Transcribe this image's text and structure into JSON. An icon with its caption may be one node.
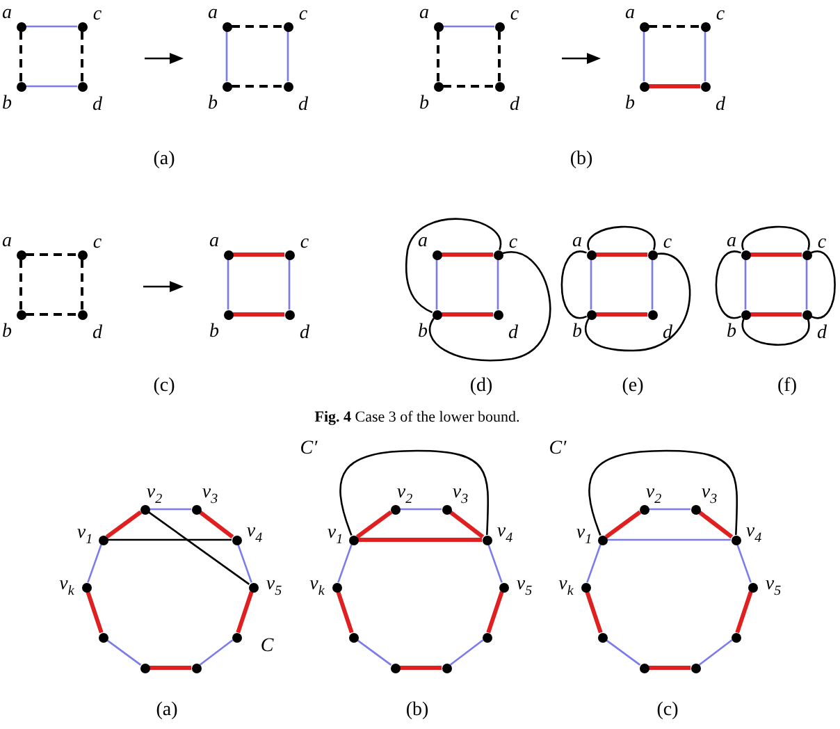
{
  "diagram": {
    "caption": "**Fig. 4** Case 3 of the lower bound.",
    "nodes": [
      {
        "text": [],
        "shape": "circle",
        "beside": [
          "a"
        ]
      },
      {
        "text": [],
        "shape": "circle",
        "beside": [
          "c"
        ]
      },
      {
        "text": [],
        "shape": "circle",
        "beside": [
          "b"
        ]
      },
      {
        "text": [],
        "shape": "circle",
        "beside": [
          "d"
        ]
      },
      {
        "text": [],
        "shape": "circle",
        "beside": [
          "a"
        ]
      },
      {
        "text": [],
        "shape": "circle",
        "beside": [
          "c"
        ]
      },
      {
        "text": [],
        "shape": "circle",
        "beside": [
          "b"
        ]
      },
      {
        "text": [],
        "shape": "circle",
        "beside": [
          "d"
        ]
      },
      {
        "text": [],
        "shape": "circle",
        "beside": [
          "a"
        ]
      },
      {
        "text": [],
        "shape": "circle",
        "beside": [
          "c"
        ]
      },
      {
        "text": [],
        "shape": "circle",
        "beside": [
          "b"
        ]
      },
      {
        "text": [],
        "shape": "circle",
        "beside": [
          "d"
        ]
      },
      {
        "text": [],
        "shape": "circle",
        "beside": [
          "a"
        ]
      },
      {
        "text": [],
        "shape": "circle",
        "beside": [
          "c"
        ]
      },
      {
        "text": [],
        "shape": "circle",
        "beside": [
          "b"
        ]
      },
      {
        "text": [],
        "shape": "circle",
        "beside": [
          "d"
        ]
      },
      {
        "text": [],
        "shape": "circle",
        "beside": [
          "a"
        ]
      },
      {
        "text": [],
        "shape": "circle",
        "beside": [
          "c"
        ]
      },
      {
        "text": [],
        "shape": "circle",
        "beside": [
          "b"
        ]
      },
      {
        "text": [],
        "shape": "circle",
        "beside": [
          "d"
        ]
      },
      {
        "text": [],
        "shape": "circle",
        "beside": [
          "a"
        ]
      },
      {
        "text": [],
        "shape": "circle",
        "beside": [
          "c"
        ]
      },
      {
        "text": [],
        "shape": "circle",
        "beside": [
          "b"
        ]
      },
      {
        "text": [],
        "shape": "circle",
        "beside": [
          "d"
        ]
      },
      {
        "text": [],
        "shape": "circle",
        "beside": [
          "a"
        ]
      },
      {
        "text": [],
        "shape": "circle",
        "beside": [
          "c"
        ]
      },
      {
        "text": [],
        "shape": "circle",
        "beside": [
          "b"
        ]
      },
      {
        "text": [],
        "shape": "circle",
        "beside": [
          "d"
        ]
      },
      {
        "text": [],
        "shape": "circle",
        "beside": [
          "a"
        ]
      },
      {
        "text": [],
        "shape": "circle",
        "beside": [
          "c"
        ]
      },
      {
        "text": [],
        "shape": "circle",
        "beside": [
          "b"
        ]
      },
      {
        "text": [],
        "shape": "circle",
        "beside": [
          "d"
        ]
      },
      {
        "text": [],
        "shape": "circle",
        "beside": [
          "a"
        ]
      },
      {
        "text": [],
        "shape": "circle",
        "beside": [
          "c"
        ]
      },
      {
        "text": [],
        "shape": "circle",
        "beside": [
          "b"
        ]
      },
      {
        "text": [],
        "shape": "circle",
        "beside": [
          "d"
        ]
      },
      {
        "text": [],
        "shape": "circle",
        "beside": [
          "v$_{2}$"
        ]
      },
      {
        "text": [],
        "shape": "circle",
        "beside": [
          "v$_{3}$"
        ]
      },
      {
        "text": [],
        "shape": "circle",
        "beside": [
          "v$_{1}$"
        ]
      },
      {
        "text": [],
        "shape": "circle",
        "beside": [
          "v$_{4}$"
        ]
      },
      {
        "text": [],
        "shape": "circle",
        "beside": [
          "v$_{k}$"
        ]
      },
      {
        "text": [],
        "shape": "circle",
        "beside": [
          "v$_{5}$"
        ]
      },
      {
        "text": [],
        "shape": "circle"
      },
      {
        "text": [],
        "shape": "circle"
      },
      {
        "text": [],
        "shape": "circle"
      },
      {
        "text": [],
        "shape": "circle"
      },
      {
        "text": [],
        "shape": "circle",
        "beside": [
          "v$_{2}$"
        ]
      },
      {
        "text": [],
        "shape": "circle",
        "beside": [
          "v$_{3}$"
        ]
      },
      {
        "text": [],
        "shape": "circle",
        "beside": [
          "v$_{1}$"
        ]
      },
      {
        "text": [],
        "shape": "circle",
        "beside": [
          "v$_{4}$"
        ]
      },
      {
        "text": [],
        "shape": "circle",
        "beside": [
          "v$_{k}$"
        ]
      },
      {
        "text": [],
        "shape": "circle",
        "beside": [
          "v$_{5}$"
        ]
      },
      {
        "text": [],
        "shape": "circle"
      },
      {
        "text": [],
        "shape": "circle"
      },
      {
        "text": [],
        "shape": "circle"
      },
      {
        "text": [],
        "shape": "circle"
      },
      {
        "text": [],
        "shape": "circle",
        "beside": [
          "v$_{2}$"
        ]
      },
      {
        "text": [],
        "shape": "circle",
        "beside": [
          "v$_{3}$"
        ]
      },
      {
        "text": [],
        "shape": "circle",
        "beside": [
          "v$_{1}$"
        ]
      },
      {
        "text": [],
        "shape": "circle",
        "beside": [
          "v$_{4}$"
        ]
      },
      {
        "text": [],
        "shape": "circle",
        "beside": [
          "v$_{k}$"
        ]
      },
      {
        "text": [],
        "shape": "circle",
        "beside": [
          "v$_{5}$"
        ]
      },
      {
        "text": [],
        "shape": "circle"
      },
      {
        "text": [],
        "shape": "circle"
      },
      {
        "text": [],
        "shape": "circle"
      },
      {
        "text": [],
        "shape": "circle"
      }
    ],
    "edges": [
      {
        "from": 0,
        "to": 1,
        "arrow": "none",
        "color": "#7b7bee"
      },
      {
        "from": 2,
        "to": 3,
        "arrow": "none",
        "color": "#7b7bee"
      },
      {
        "from": 0,
        "to": 2,
        "arrow": "none",
        "style": "dashed",
        "color": "#000000"
      },
      {
        "from": 1,
        "to": 3,
        "arrow": "none",
        "style": "dashed",
        "color": "#000000"
      },
      {
        "from": 4,
        "to": 6,
        "arrow": "none",
        "color": "#7b7bee"
      },
      {
        "from": 5,
        "to": 7,
        "arrow": "none",
        "color": "#7b7bee"
      },
      {
        "from": 4,
        "to": 5,
        "arrow": "none",
        "style": "dashed",
        "color": "#000000"
      },
      {
        "from": 6,
        "to": 7,
        "arrow": "none",
        "style": "dashed",
        "color": "#000000"
      },
      {
        "from": 8,
        "to": 9,
        "arrow": "none",
        "color": "#7b7bee"
      },
      {
        "from": 8,
        "to": 10,
        "arrow": "none",
        "style": "dashed",
        "color": "#000000"
      },
      {
        "from": 9,
        "to": 11,
        "arrow": "none",
        "style": "dashed",
        "color": "#000000"
      },
      {
        "from": 10,
        "to": 11,
        "arrow": "none",
        "style": "dashed",
        "color": "#000000"
      },
      {
        "from": 12,
        "to": 13,
        "arrow": "none",
        "style": "dashed",
        "color": "#000000"
      },
      {
        "from": 12,
        "to": 14,
        "arrow": "none",
        "color": "#7b7bee"
      },
      {
        "from": 13,
        "to": 15,
        "arrow": "none",
        "color": "#7b7bee"
      },
      {
        "from": 14,
        "to": 15,
        "arrow": "none",
        "style": "thick",
        "color": "#e02020"
      },
      {
        "from": 16,
        "to": 17,
        "arrow": "none",
        "style": "dashed",
        "color": "#000000"
      },
      {
        "from": 16,
        "to": 18,
        "arrow": "none",
        "style": "dashed",
        "color": "#000000"
      },
      {
        "from": 17,
        "to": 19,
        "arrow": "none",
        "style": "dashed",
        "color": "#000000"
      },
      {
        "from": 18,
        "to": 19,
        "arrow": "none",
        "style": "dashed",
        "color": "#000000"
      },
      {
        "from": 20,
        "to": 21,
        "arrow": "none",
        "style": "thick",
        "color": "#e02020"
      },
      {
        "from": 22,
        "to": 23,
        "arrow": "none",
        "style": "thick",
        "color": "#e02020"
      },
      {
        "from": 20,
        "to": 22,
        "arrow": "none",
        "color": "#7b7bee"
      },
      {
        "from": 21,
        "to": 23,
        "arrow": "none",
        "color": "#7b7bee"
      },
      {
        "from": 24,
        "to": 25,
        "arrow": "none",
        "style": "thick",
        "color": "#e02020"
      },
      {
        "from": 26,
        "to": 27,
        "arrow": "none",
        "style": "thick",
        "color": "#e02020"
      },
      {
        "from": 24,
        "to": 26,
        "arrow": "none",
        "color": "#7b7bee"
      },
      {
        "from": 25,
        "to": 27,
        "arrow": "none",
        "color": "#7b7bee"
      },
      {
        "from": 25,
        "to": 26,
        "arrow": "none",
        "color": "#000000"
      },
      {
        "from": 25,
        "to": 26,
        "arrow": "none",
        "color": "#000000"
      },
      {
        "from": 28,
        "to": 29,
        "arrow": "none",
        "style": "thick",
        "color": "#e02020"
      },
      {
        "from": 30,
        "to": 31,
        "arrow": "none",
        "style": "thick",
        "color": "#e02020"
      },
      {
        "from": 28,
        "to": 30,
        "arrow": "none",
        "color": "#7b7bee"
      },
      {
        "from": 29,
        "to": 31,
        "arrow": "none",
        "color": "#7b7bee"
      },
      {
        "from": 28,
        "to": 29,
        "arrow": "none",
        "color": "#000000"
      },
      {
        "from": 28,
        "to": 30,
        "arrow": "none",
        "color": "#000000"
      },
      {
        "from": 29,
        "to": 30,
        "arrow": "none",
        "color": "#000000"
      },
      {
        "from": 32,
        "to": 33,
        "arrow": "none",
        "style": "thick",
        "color": "#e02020"
      },
      {
        "from": 34,
        "to": 35,
        "arrow": "none",
        "style": "thick",
        "color": "#e02020"
      },
      {
        "from": 32,
        "to": 34,
        "arrow": "none",
        "color": "#7b7bee"
      },
      {
        "from": 33,
        "to": 35,
        "arrow": "none",
        "color": "#7b7bee"
      },
      {
        "from": 32,
        "to": 33,
        "arrow": "none",
        "color": "#000000"
      },
      {
        "from": 32,
        "to": 34,
        "arrow": "none",
        "color": "#000000"
      },
      {
        "from": 33,
        "to": 35,
        "arrow": "none",
        "color": "#000000"
      },
      {
        "from": 34,
        "to": 35,
        "arrow": "none",
        "color": "#000000"
      },
      {
        "from": 38,
        "to": 36,
        "arrow": "none",
        "style": "thick",
        "color": "#e02020"
      },
      {
        "from": 36,
        "to": 37,
        "arrow": "none",
        "color": "#7b7bee"
      },
      {
        "from": 37,
        "to": 39,
        "arrow": "none",
        "style": "thick",
        "color": "#e02020"
      },
      {
        "from": 39,
        "to": 41,
        "arrow": "none",
        "color": "#7b7bee"
      },
      {
        "from": 41,
        "to": 43,
        "arrow": "none",
        "style": "thick",
        "color": "#e02020"
      },
      {
        "from": 43,
        "to": 45,
        "arrow": "none",
        "color": "#7b7bee"
      },
      {
        "from": 45,
        "to": 44,
        "arrow": "none",
        "style": "thick",
        "color": "#e02020"
      },
      {
        "from": 44,
        "to": 42,
        "arrow": "none",
        "color": "#7b7bee"
      },
      {
        "from": 42,
        "to": 40,
        "arrow": "none",
        "style": "thick",
        "color": "#e02020"
      },
      {
        "from": 40,
        "to": 38,
        "arrow": "none",
        "color": "#7b7bee"
      },
      {
        "from": 38,
        "to": 39,
        "arrow": "none",
        "color": "#000000"
      },
      {
        "from": 36,
        "to": 41,
        "arrow": "none",
        "color": "#000000"
      },
      {
        "from": 48,
        "to": 46,
        "arrow": "none",
        "style": "thick",
        "color": "#e02020"
      },
      {
        "from": 46,
        "to": 47,
        "arrow": "none",
        "color": "#7b7bee"
      },
      {
        "from": 47,
        "to": 49,
        "arrow": "none",
        "style": "thick",
        "color": "#e02020"
      },
      {
        "from": 49,
        "to": 51,
        "arrow": "none",
        "color": "#7b7bee"
      },
      {
        "from": 51,
        "to": 53,
        "arrow": "none",
        "style": "thick",
        "color": "#e02020"
      },
      {
        "from": 53,
        "to": 55,
        "arrow": "none",
        "color": "#7b7bee"
      },
      {
        "from": 55,
        "to": 54,
        "arrow": "none",
        "style": "thick",
        "color": "#e02020"
      },
      {
        "from": 54,
        "to": 52,
        "arrow": "none",
        "color": "#7b7bee"
      },
      {
        "from": 52,
        "to": 50,
        "arrow": "none",
        "style": "thick",
        "color": "#e02020"
      },
      {
        "from": 50,
        "to": 48,
        "arrow": "none",
        "color": "#7b7bee"
      },
      {
        "from": 48,
        "to": 49,
        "arrow": "none",
        "style": "thick",
        "color": "#e02020"
      },
      {
        "from": 48,
        "to": 49,
        "arrow": "none",
        "color": "#000000"
      },
      {
        "from": 58,
        "to": 56,
        "arrow": "none",
        "style": "thick",
        "color": "#e02020"
      },
      {
        "from": 56,
        "to": 57,
        "arrow": "none",
        "color": "#7b7bee"
      },
      {
        "from": 57,
        "to": 59,
        "arrow": "none",
        "style": "thick",
        "color": "#e02020"
      },
      {
        "from": 59,
        "to": 61,
        "arrow": "none",
        "color": "#7b7bee"
      },
      {
        "from": 61,
        "to": 63,
        "arrow": "none",
        "style": "thick",
        "color": "#e02020"
      },
      {
        "from": 63,
        "to": 65,
        "arrow": "none",
        "color": "#7b7bee"
      },
      {
        "from": 65,
        "to": 64,
        "arrow": "none",
        "style": "thick",
        "color": "#e02020"
      },
      {
        "from": 64,
        "to": 62,
        "arrow": "none",
        "color": "#7b7bee"
      },
      {
        "from": 62,
        "to": 60,
        "arrow": "none",
        "style": "thick",
        "color": "#e02020"
      },
      {
        "from": 60,
        "to": 58,
        "arrow": "none",
        "color": "#7b7bee"
      },
      {
        "from": 58,
        "to": 59,
        "arrow": "none",
        "color": "#7b7bee"
      },
      {
        "from": 58,
        "to": 59,
        "arrow": "none",
        "color": "#000000"
      }
    ],
    "labels": [
      "(a)",
      "(b)",
      "(c)",
      "(d)",
      "(e)",
      "(f)",
      "C′",
      "C′",
      "C",
      "(a)",
      "(b)",
      "(c)"
    ]
  }
}
